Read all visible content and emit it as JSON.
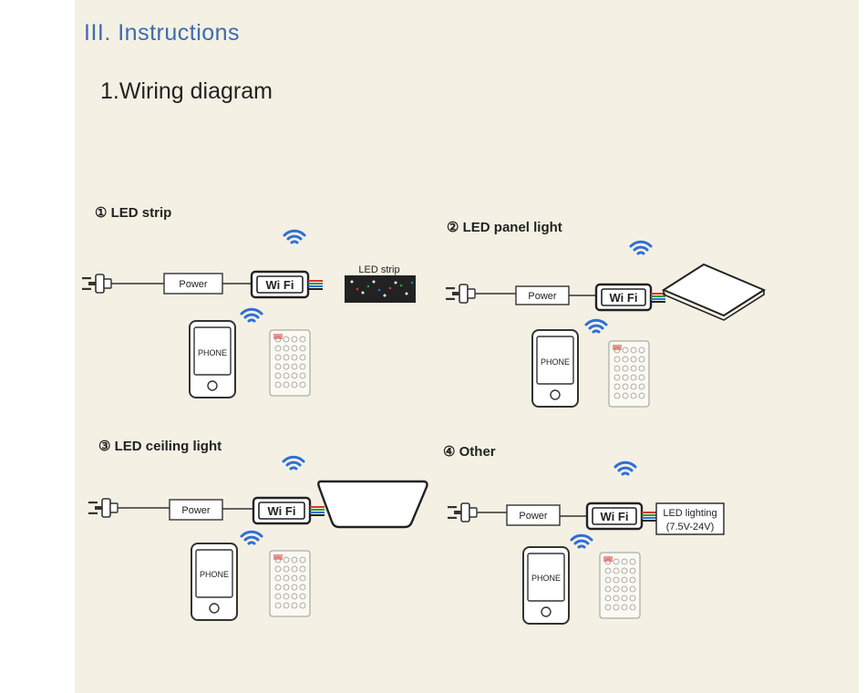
{
  "heading": "III. Instructions",
  "subheading": "1.Wiring diagram",
  "colors": {
    "heading": "#3d6bb0",
    "wifi_signal": "#2f6fd6",
    "paper": "#f4f1e4"
  },
  "common": {
    "power_label": "Power",
    "phone_label": "PHONE",
    "controller_label": "Wi Fi"
  },
  "diagrams": [
    {
      "title": "① LED strip",
      "device": "led-strip",
      "device_label": "LED strip"
    },
    {
      "title": "② LED panel light",
      "device": "panel-light"
    },
    {
      "title": "③ LED ceiling light",
      "device": "ceiling-light"
    },
    {
      "title": "④ Other",
      "device": "other",
      "device_label_1": "LED lighting",
      "device_label_2": "(7.5V-24V)"
    }
  ]
}
